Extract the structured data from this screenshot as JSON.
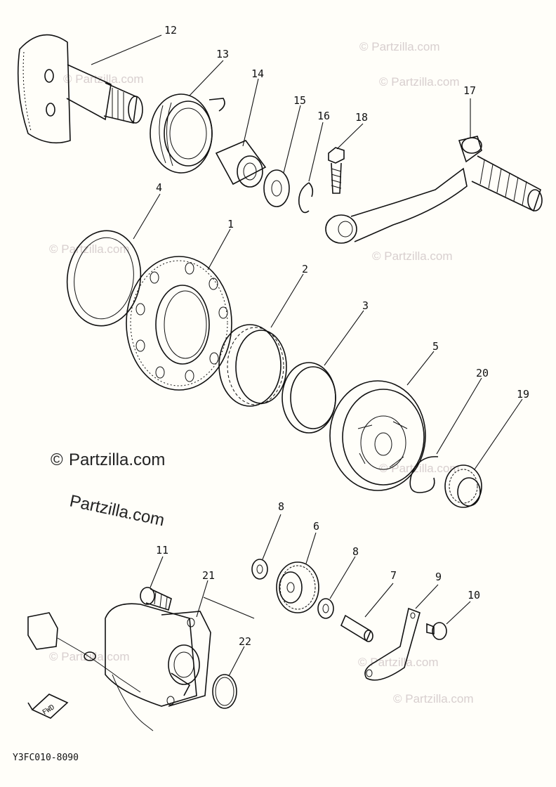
{
  "callouts": [
    "12",
    "13",
    "14",
    "15",
    "16",
    "18",
    "17",
    "4",
    "1",
    "2",
    "3",
    "5",
    "20",
    "19",
    "8",
    "6",
    "8",
    "11",
    "21",
    "7",
    "9",
    "10",
    "22"
  ],
  "watermarks": {
    "repeat_text": "© Partzilla.com",
    "main_symbol": "©",
    "main_text": "Partzilla.com"
  },
  "diagram_code": "Y3FC010-8090",
  "fwd_text": "FWD"
}
